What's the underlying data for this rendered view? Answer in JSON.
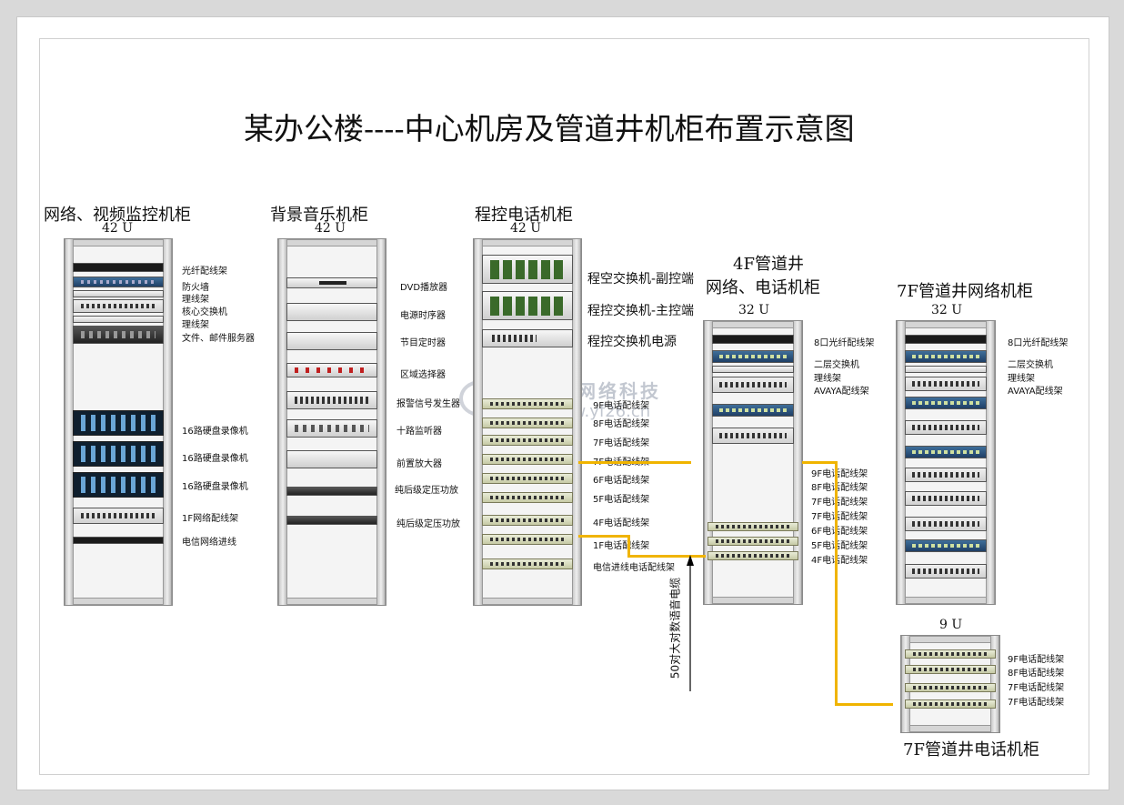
{
  "title": "某办公楼----中心机房及管道井机柜布置示意图",
  "watermark": {
    "brand": "®亚飞网络科技",
    "url": "www.yf26.cn"
  },
  "racks": {
    "network": {
      "name": "网络、视频监控机柜",
      "units": "42 U",
      "labels": [
        "光纤配线架",
        "防火墙",
        "理线架",
        "核心交换机",
        "理线架",
        "文件、邮件服务器",
        "16路硬盘录像机",
        "16路硬盘录像机",
        "16路硬盘录像机",
        "1F网络配线架",
        "电信网络进线"
      ]
    },
    "music": {
      "name": "背景音乐机柜",
      "units": "42 U",
      "labels": [
        "DVD播放器",
        "电源时序器",
        "节目定时器",
        "区域选择器",
        "报警信号发生器",
        "十路监听器",
        "前置放大器",
        "纯后级定压功放",
        "纯后级定压功放"
      ]
    },
    "pbx": {
      "name": "程控电话机柜",
      "units": "42 U",
      "labels_right": [
        "程空交换机-副控端",
        "程控交换机-主控端",
        "程控交换机电源"
      ],
      "labels_small": [
        "9F电话配线架",
        "8F电话配线架",
        "7F电话配线架",
        "7F电话配线架",
        "6F电话配线架",
        "5F电话配线架",
        "4F电话配线架",
        "1F电话配线架",
        "电信进线电话配线架"
      ]
    },
    "shaft4f": {
      "name_line1": "4F管道井",
      "name_line2": "网络、电话机柜",
      "units": "32 U",
      "labels_top": [
        "8口光纤配线架",
        "二层交换机",
        "理线架",
        "AVAYA配线架"
      ],
      "labels_bottom": [
        "9F电话配线架",
        "8F电话配线架",
        "7F电话配线架",
        "7F电话配线架",
        "6F电话配线架",
        "5F电话配线架",
        "4F电话配线架"
      ]
    },
    "shaft7f_net": {
      "name": "7F管道井网络机柜",
      "units": "32 U",
      "labels": [
        "8口光纤配线架",
        "二层交换机",
        "理线架",
        "AVAYA配线架"
      ]
    },
    "shaft7f_tel": {
      "name": "7F管道井电话机柜",
      "units": "9 U",
      "labels": [
        "9F电话配线架",
        "8F电话配线架",
        "7F电话配线架",
        "7F电话配线架"
      ]
    }
  },
  "cable_label": "50对大对数语音电缆",
  "colors": {
    "cable": "#f0b400",
    "accent_blue": "#2d5580"
  }
}
